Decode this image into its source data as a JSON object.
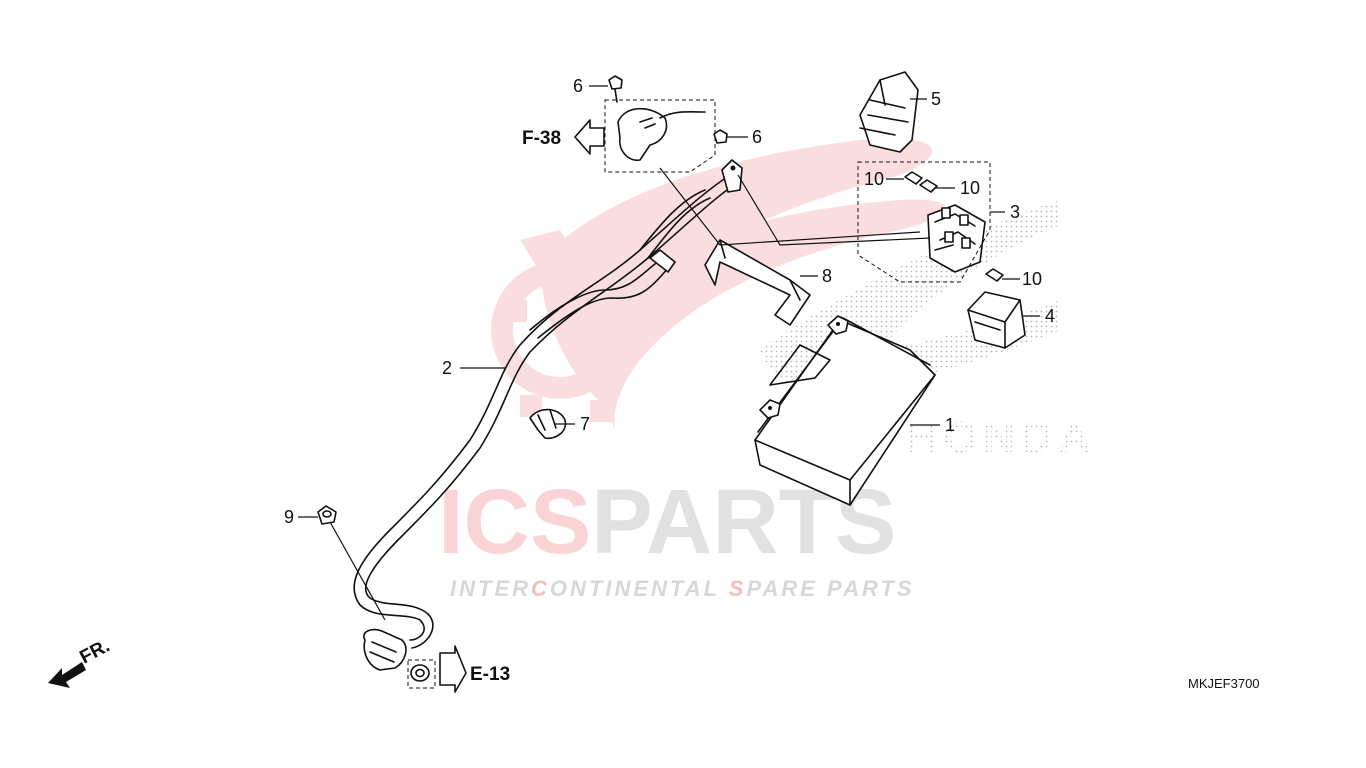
{
  "diagram": {
    "code": "MKJEF3700",
    "front_label": "FR.",
    "refs": [
      {
        "id": "ref-f38",
        "label": "F-38"
      },
      {
        "id": "ref-e13",
        "label": "E-13"
      }
    ],
    "callouts": [
      {
        "id": "callout-1",
        "label": "1"
      },
      {
        "id": "callout-2",
        "label": "2"
      },
      {
        "id": "callout-3",
        "label": "3"
      },
      {
        "id": "callout-4",
        "label": "4"
      },
      {
        "id": "callout-5",
        "label": "5"
      },
      {
        "id": "callout-6a",
        "label": "6"
      },
      {
        "id": "callout-6b",
        "label": "6"
      },
      {
        "id": "callout-7",
        "label": "7"
      },
      {
        "id": "callout-8",
        "label": "8"
      },
      {
        "id": "callout-9",
        "label": "9"
      },
      {
        "id": "callout-10a",
        "label": "10"
      },
      {
        "id": "callout-10b",
        "label": "10"
      },
      {
        "id": "callout-10c",
        "label": "10"
      }
    ]
  },
  "watermark": {
    "brand_part1": "ICS",
    "brand_part2": "PARTS",
    "tagline_segments": [
      "INTER",
      "C",
      "ONTINENTAL ",
      "S",
      "PARE PARTS"
    ],
    "honda_text": "HONDA",
    "brand_red": "#e63b3f",
    "brand_gray": "#d9d9d9"
  }
}
